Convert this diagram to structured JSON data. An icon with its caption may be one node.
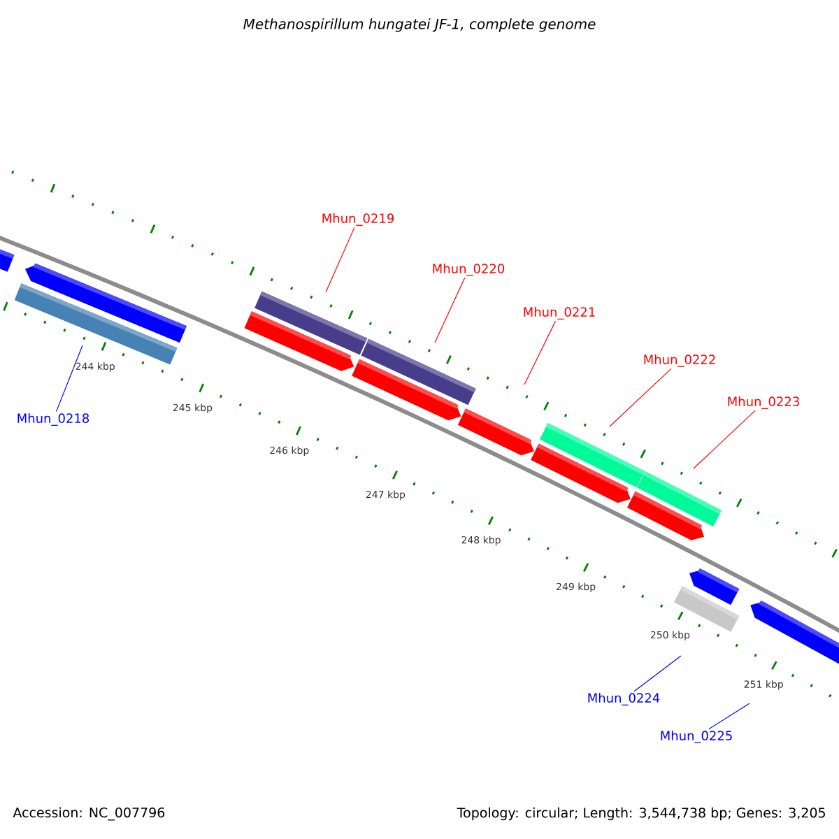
{
  "diagram": {
    "title": "Methanospirillum hungatei JF-1, complete genome",
    "nodes": [
      {
        "text": [
          "Mhun_0219"
        ]
      },
      {
        "text": [
          "Mhun_0220"
        ]
      },
      {
        "text": [
          "Mhun_0221"
        ]
      },
      {
        "text": [
          "Mhun_0222"
        ]
      },
      {
        "text": [
          "Mhun_0223"
        ]
      },
      {
        "text": [
          "Mhun_0218"
        ]
      },
      {
        "text": [
          "Mhun_0224"
        ]
      },
      {
        "text": [
          "Mhun_0225"
        ]
      }
    ],
    "edges": [
      {
        "from": 0,
        "to": null,
        "arrow": "none"
      },
      {
        "from": 1,
        "to": null,
        "arrow": "none"
      },
      {
        "from": 2,
        "to": null,
        "arrow": "none"
      },
      {
        "from": 3,
        "to": null,
        "arrow": "none"
      },
      {
        "from": 4,
        "to": null,
        "arrow": "none"
      },
      {
        "from": 5,
        "to": null,
        "arrow": "none",
        "color": "#0000ff"
      },
      {
        "from": 6,
        "to": null,
        "arrow": "none",
        "color": "#0000ff"
      },
      {
        "from": 7,
        "to": null,
        "arrow": "none",
        "color": "#0000ff"
      }
    ],
    "labels": [
      "244 kbp",
      "245 kbp",
      "246 kbp",
      "247 kbp",
      "248 kbp",
      "249 kbp",
      "250 kbp",
      "251 kbp",
      "Accession: NC_007796",
      "Topology: circular; Length: 3,544,738 bp; Genes: 3,205"
    ]
  }
}
